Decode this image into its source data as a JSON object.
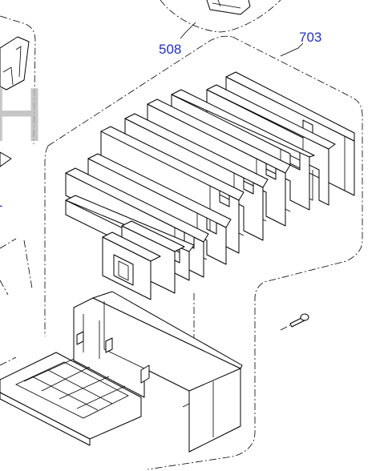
{
  "callouts": {
    "label_508": "508",
    "label_703": "703",
    "label_left_partial": "1"
  },
  "colors": {
    "callout": "#2430b8",
    "line": "#000000",
    "watermark": "#b8b8b8",
    "background": "#ffffff"
  },
  "watermark": {
    "glyph": "H"
  }
}
